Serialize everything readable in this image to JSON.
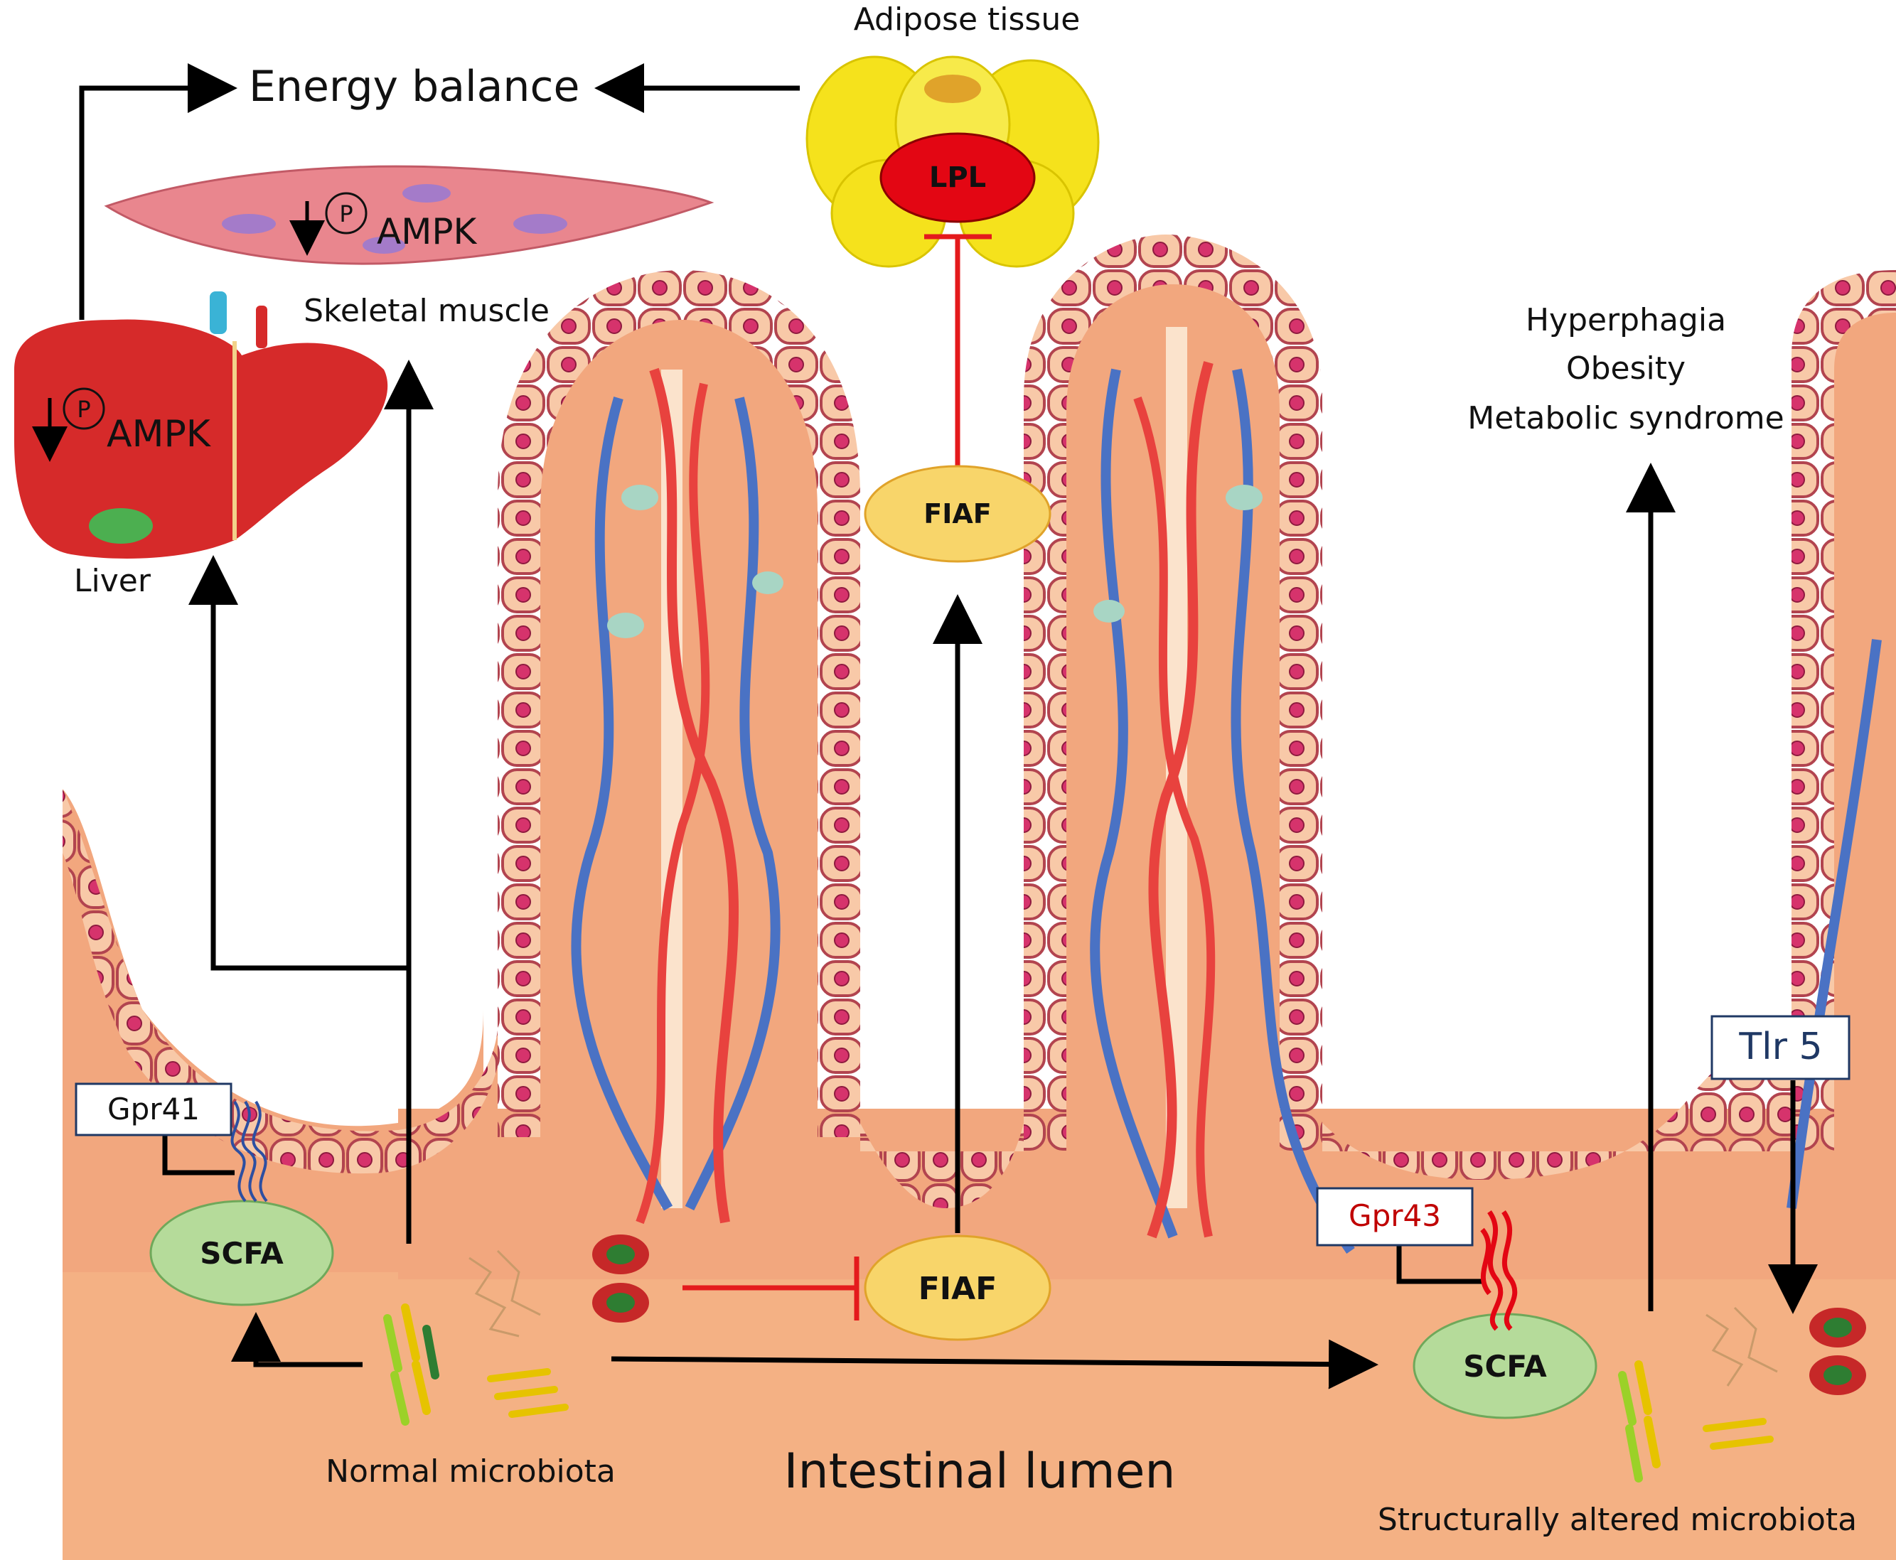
{
  "labels": {
    "energy_balance": "Energy balance",
    "adipose_tissue": "Adipose tissue",
    "lpl": "LPL",
    "fiaf_top": "FIAF",
    "fiaf_bottom": "FIAF",
    "skeletal_muscle": "Skeletal muscle",
    "muscle_ampk": "AMPK",
    "liver": "Liver",
    "liver_ampk": "AMPK",
    "phospho_symbol": "P",
    "hyperphagia": "Hyperphagia",
    "obesity": "Obesity",
    "metabolic_syndrome": "Metabolic syndrome",
    "gpr41": "Gpr41",
    "gpr43": "Gpr43",
    "tlr5": "Tlr 5",
    "scfa_left": "SCFA",
    "scfa_right": "SCFA",
    "normal_microbiota": "Normal microbiota",
    "intestinal_lumen": "Intestinal lumen",
    "altered_microbiota": "Structurally altered microbiota"
  },
  "colors": {
    "activation_arrow": "#000000",
    "inhibition_line": "#e41a1c",
    "tissue": "#f2a77e",
    "lumen": "#f4b184",
    "cell_fill": "#f8c9a8",
    "cell_border": "#b2444f",
    "nucleus": "#d6336c",
    "vein": "#4a72c4",
    "artery": "#e8423e",
    "fiaf_fill": "#f8d56a",
    "scfa_fill": "#b5db9a",
    "lpl_fill": "#e30613",
    "fat_fill": "#f5e21c",
    "liver_fill": "#d62a2a",
    "muscle_fill": "#e9868e",
    "gpr43_label": "#c00000",
    "label_text": "#111111"
  },
  "icons": [
    "liver-icon",
    "skeletal-muscle-icon",
    "adipose-tissue-icon",
    "bacteria-icon",
    "receptor-icon"
  ]
}
